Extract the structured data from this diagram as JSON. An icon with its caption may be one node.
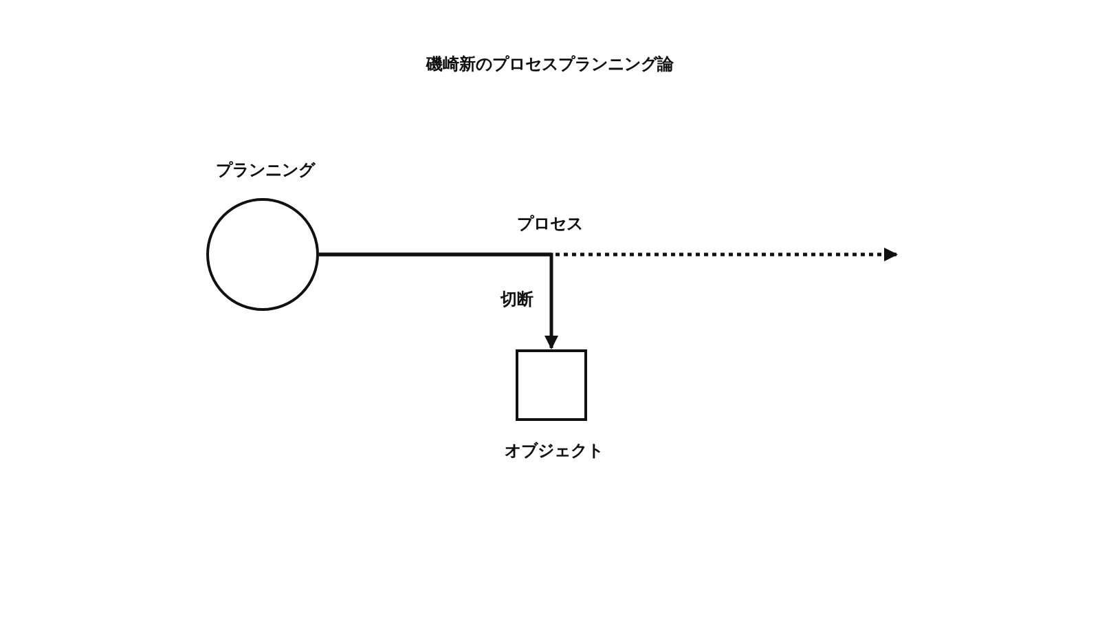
{
  "diagram": {
    "title": "磯崎新のプロセスプランニング論",
    "nodes": [
      {
        "text": [
          "プランニング"
        ]
      },
      {
        "text": [
          "オブジェクト"
        ]
      }
    ],
    "edges": [
      {
        "from": 0,
        "to": 1,
        "arrow": "to",
        "label": "切断"
      },
      {
        "from": 0,
        "to": null,
        "arrow": "to",
        "label": "プロセス",
        "style": "dashed"
      }
    ]
  }
}
